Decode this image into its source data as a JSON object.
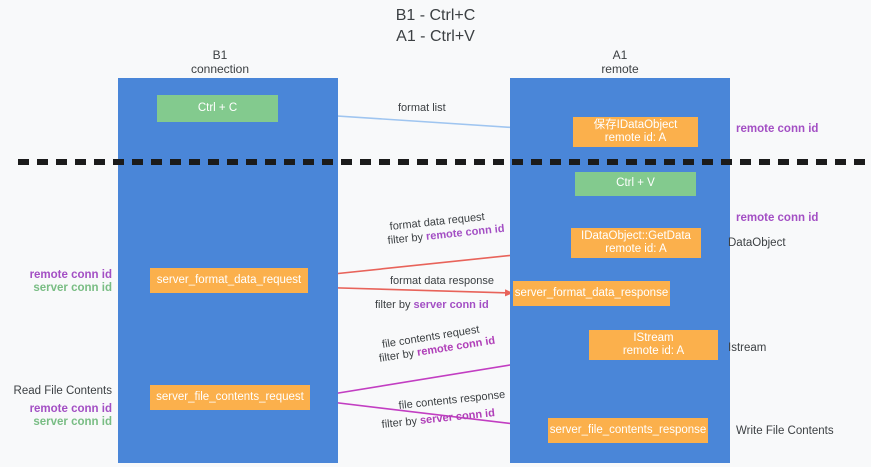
{
  "title": "B1 - Ctrl+C\nA1 - Ctrl+V",
  "lanes": [
    {
      "name": "b1",
      "header": "B1\nconnection"
    },
    {
      "name": "a1",
      "header": "A1\nremote"
    }
  ],
  "colors": {
    "lane": "#4a86d8",
    "box_green": "#83ca8e",
    "box_orange": "#fbb04c",
    "arrow_blue": "#9fc5f0",
    "arrow_red": "#e8635a",
    "arrow_magenta": "#c23ec2",
    "arrow_black": "#1b1b1b",
    "divider": "#1b1b1b",
    "accent_purple": "#a34fc4",
    "accent_green": "#79bd84",
    "background": "#f8f9fa"
  },
  "boxes": {
    "ctrl_c": "Ctrl + C",
    "idataobject": "保存IDataObject\nremote id: A",
    "ctrl_v": "Ctrl + V",
    "getdata": "IDataObject::GetData\nremote id: A",
    "server_format_data_request": "server_format_data_request",
    "server_format_data_response": "server_format_data_response",
    "istream": "IStream\nremote id: A",
    "server_file_contents_request": "server_file_contents_request",
    "server_file_contents_response": "server_file_contents_response"
  },
  "side_notes": {
    "remote_conn_id_top": "remote conn id",
    "remote_conn_id_getdata": "remote conn id",
    "dataobject": "DataObject",
    "istream": "Istream",
    "write_file_contents": "Write File Contents",
    "left_remote_conn_id": "remote conn id",
    "left_server_conn_id": "server conn id",
    "read_file_contents": "Read File Contents",
    "left_remote_conn_id_2": "remote conn id",
    "left_server_conn_id_2": "server conn id"
  },
  "arrow_labels": {
    "format_list": "format list",
    "format_data_request_line1": "format data request",
    "format_data_request_line2_prefix": "filter by ",
    "format_data_request_line2_key": "remote conn id",
    "format_data_response_line1": "format data response",
    "format_data_response_line2_prefix": "filter by ",
    "format_data_response_line2_key": "server conn id",
    "file_contents_request_line1": "file contents request",
    "file_contents_request_line2_prefix": "filter by ",
    "file_contents_request_line2_key": "remote conn id",
    "file_contents_response_line1": "file contents response",
    "file_contents_response_line2_prefix": "filter by ",
    "file_contents_response_line2_key": "server conn id"
  }
}
